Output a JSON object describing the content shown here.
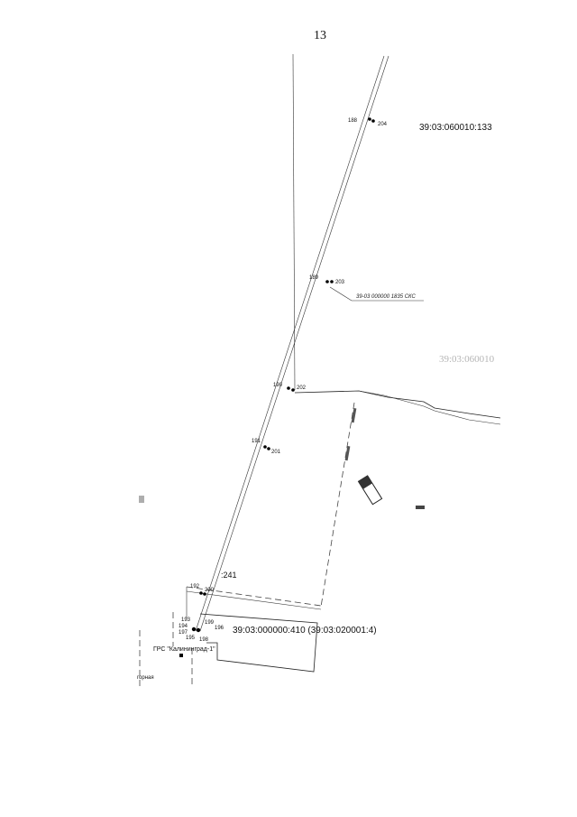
{
  "page_number": "13",
  "parcels": {
    "north": "39:03:060010:133",
    "east_faded": "39:03:060010",
    "south": "39:03:000000:410 (39:03:020001:4)",
    "linear": "39-03 000000 1835 СКС"
  },
  "points": {
    "p188": "188",
    "p204": "204",
    "p189": "189",
    "p203": "203",
    "p190": "190",
    "p202": "202",
    "p191": "191",
    "p201": "201",
    "p192": "192",
    "p200": "200",
    "p193": "193",
    "p194": "194",
    "p197": "197",
    "p195": "195",
    "p198": "198",
    "p199": "199",
    "p196": "196"
  },
  "labels": {
    "contour": ":241",
    "grs": "ГРС \"Калининград-1\"",
    "street": "горная"
  }
}
